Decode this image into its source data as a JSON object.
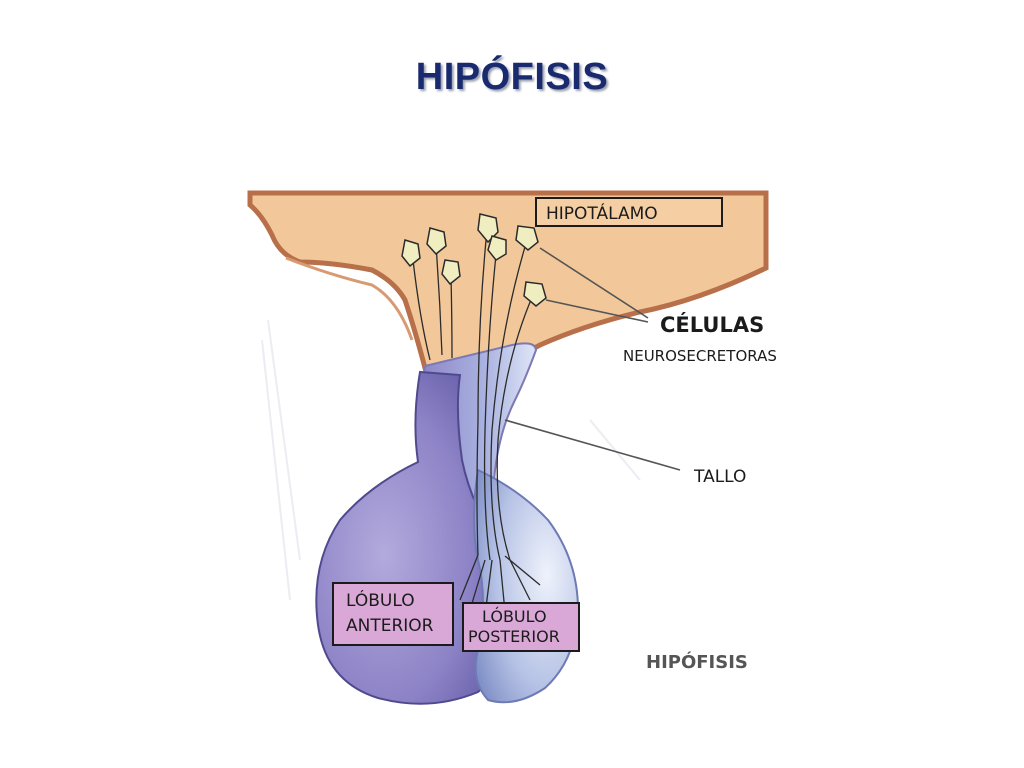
{
  "slide": {
    "title": "HIPÓFISIS"
  },
  "diagram": {
    "labels": {
      "hypothalamus": "HIPOTÁLAMO",
      "cells_line1": "CÉLULAS",
      "cells_line2": "NEUROSECRETORAS",
      "stalk": "TALLO",
      "anterior_line1": "LÓBULO",
      "anterior_line2": "ANTERIOR",
      "posterior_line1": "LÓBULO",
      "posterior_line2": "POSTERIOR",
      "caption": "HIPÓFISIS"
    },
    "colors": {
      "hypothalamus_fill": "#f2c89b",
      "hypothalamus_outline": "#b8704a",
      "anterior_fill": "#8f86c8",
      "posterior_fill": "#b9c6e6",
      "label_box_fill": "#d9a8d6",
      "hypothalamus_box_fill": "#f5cfa3",
      "neuron_fill": "#f0eec0"
    }
  }
}
